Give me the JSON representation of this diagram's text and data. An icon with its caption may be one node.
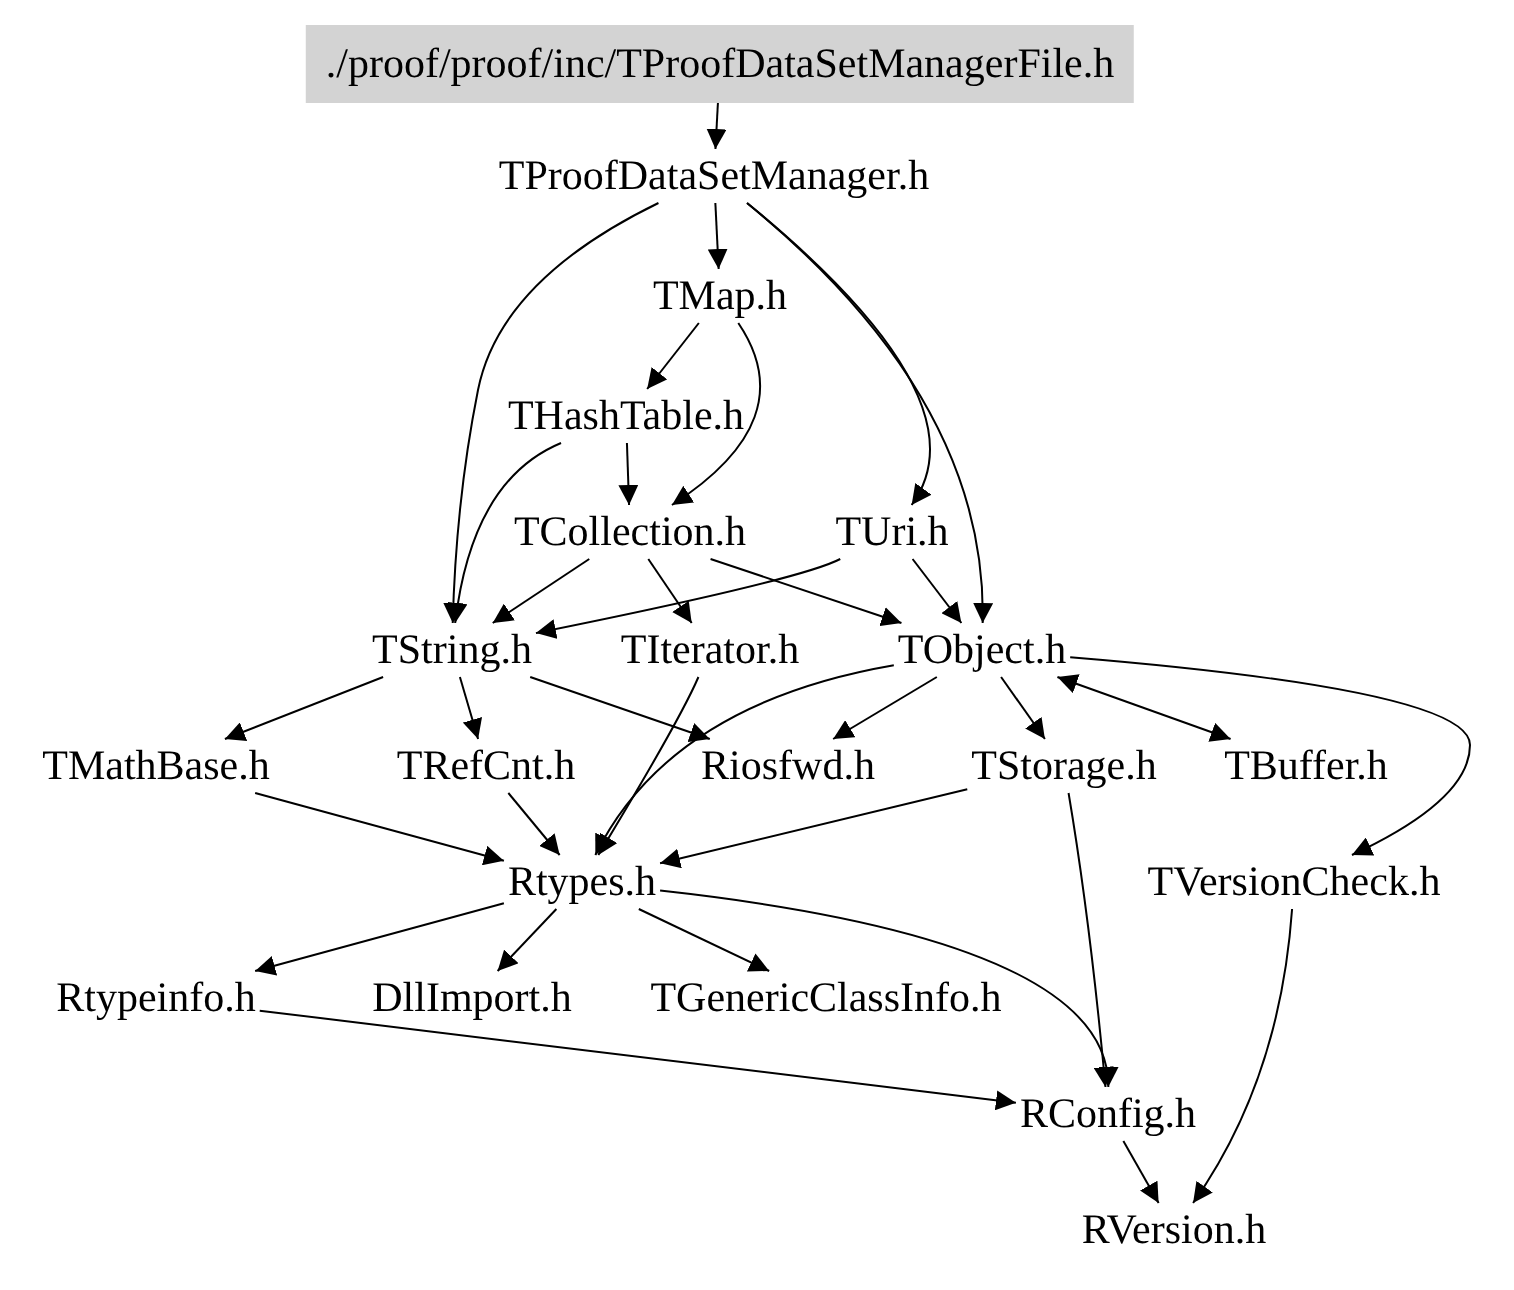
{
  "diagram": {
    "nodes": [
      {
        "text": [
          "./proof/proof/inc/TProofDataSetManagerFile.h"
        ]
      },
      {
        "text": [
          "TProofDataSetManager.h"
        ]
      },
      {
        "text": [
          "TMap.h"
        ]
      },
      {
        "text": [
          "THashTable.h"
        ]
      },
      {
        "text": [
          "TCollection.h"
        ]
      },
      {
        "text": [
          "TUri.h"
        ]
      },
      {
        "text": [
          "TString.h"
        ]
      },
      {
        "text": [
          "TIterator.h"
        ]
      },
      {
        "text": [
          "TObject.h"
        ]
      },
      {
        "text": [
          "TMathBase.h"
        ]
      },
      {
        "text": [
          "TRefCnt.h"
        ]
      },
      {
        "text": [
          "Riosfwd.h"
        ]
      },
      {
        "text": [
          "TStorage.h"
        ]
      },
      {
        "text": [
          "TBuffer.h"
        ]
      },
      {
        "text": [
          "Rtypes.h"
        ]
      },
      {
        "text": [
          "TVersionCheck.h"
        ]
      },
      {
        "text": [
          "Rtypeinfo.h"
        ]
      },
      {
        "text": [
          "DllImport.h"
        ]
      },
      {
        "text": [
          "TGenericClassInfo.h"
        ]
      },
      {
        "text": [
          "RConfig.h"
        ]
      },
      {
        "text": [
          "RVersion.h"
        ]
      }
    ],
    "edges": [
      {
        "from": 0,
        "to": 1,
        "arrow": "to"
      },
      {
        "from": 1,
        "to": 2,
        "arrow": "to"
      },
      {
        "from": 1,
        "to": 6,
        "arrow": "to"
      },
      {
        "from": 1,
        "to": 5,
        "arrow": "to"
      },
      {
        "from": 1,
        "to": 8,
        "arrow": "to"
      },
      {
        "from": 2,
        "to": 3,
        "arrow": "to"
      },
      {
        "from": 2,
        "to": 4,
        "arrow": "to"
      },
      {
        "from": 3,
        "to": 4,
        "arrow": "to"
      },
      {
        "from": 3,
        "to": 6,
        "arrow": "to"
      },
      {
        "from": 4,
        "to": 6,
        "arrow": "to"
      },
      {
        "from": 4,
        "to": 7,
        "arrow": "to"
      },
      {
        "from": 4,
        "to": 8,
        "arrow": "to"
      },
      {
        "from": 5,
        "to": 6,
        "arrow": "to"
      },
      {
        "from": 5,
        "to": 8,
        "arrow": "to"
      },
      {
        "from": 6,
        "to": 9,
        "arrow": "to"
      },
      {
        "from": 6,
        "to": 10,
        "arrow": "to"
      },
      {
        "from": 6,
        "to": 11,
        "arrow": "to"
      },
      {
        "from": 7,
        "to": 14,
        "arrow": "to"
      },
      {
        "from": 8,
        "to": 11,
        "arrow": "to"
      },
      {
        "from": 8,
        "to": 12,
        "arrow": "to"
      },
      {
        "from": 8,
        "to": 13,
        "arrow": "both"
      },
      {
        "from": 8,
        "to": 15,
        "arrow": "to"
      },
      {
        "from": 8,
        "to": 14,
        "arrow": "to"
      },
      {
        "from": 9,
        "to": 14,
        "arrow": "to"
      },
      {
        "from": 10,
        "to": 14,
        "arrow": "to"
      },
      {
        "from": 12,
        "to": 14,
        "arrow": "to"
      },
      {
        "from": 12,
        "to": 19,
        "arrow": "to"
      },
      {
        "from": 14,
        "to": 19,
        "arrow": "to"
      },
      {
        "from": 14,
        "to": 16,
        "arrow": "to"
      },
      {
        "from": 14,
        "to": 17,
        "arrow": "to"
      },
      {
        "from": 14,
        "to": 18,
        "arrow": "to"
      },
      {
        "from": 15,
        "to": 20,
        "arrow": "to"
      },
      {
        "from": 16,
        "to": 19,
        "arrow": "to"
      },
      {
        "from": 19,
        "to": 20,
        "arrow": "to"
      }
    ]
  }
}
